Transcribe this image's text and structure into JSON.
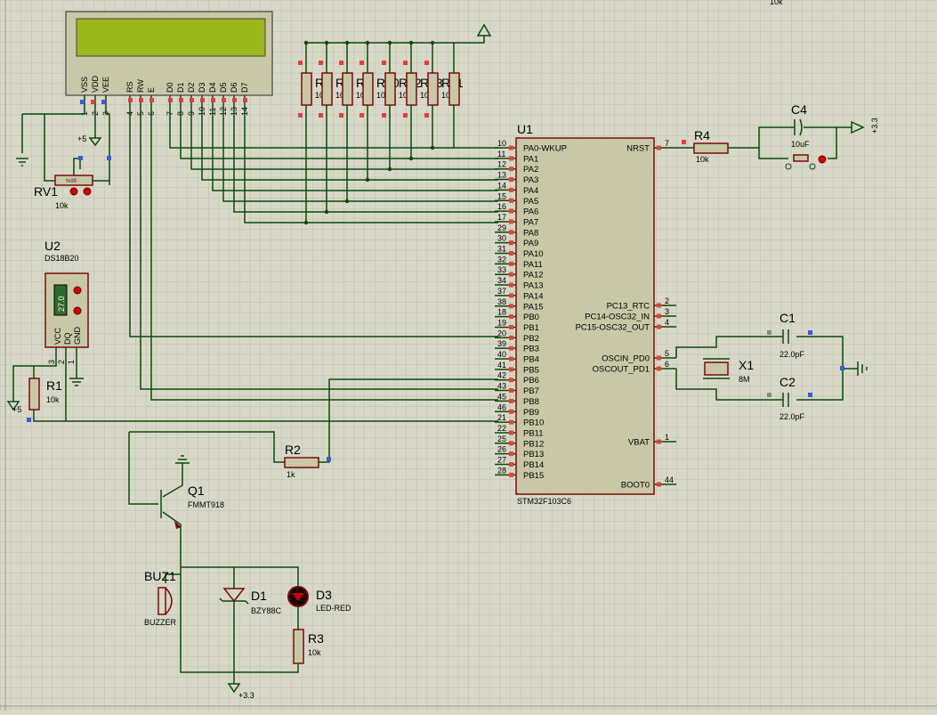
{
  "top_label": "10k",
  "lcd": {
    "pins": [
      {
        "name": "VSS",
        "num": "1"
      },
      {
        "name": "VDD",
        "num": "2"
      },
      {
        "name": "VEE",
        "num": "3"
      },
      {
        "name": "RS",
        "num": "4"
      },
      {
        "name": "RW",
        "num": "5"
      },
      {
        "name": "E",
        "num": "6"
      },
      {
        "name": "D0",
        "num": "7"
      },
      {
        "name": "D1",
        "num": "8"
      },
      {
        "name": "D2",
        "num": "9"
      },
      {
        "name": "D3",
        "num": "10"
      },
      {
        "name": "D4",
        "num": "11"
      },
      {
        "name": "D5",
        "num": "12"
      },
      {
        "name": "D6",
        "num": "13"
      },
      {
        "name": "D7",
        "num": "14"
      }
    ],
    "screen_color": "#9bb81a"
  },
  "pullups": [
    {
      "ref": "R8",
      "value": "10k"
    },
    {
      "ref": "R6",
      "value": "10k"
    },
    {
      "ref": "R9",
      "value": "10k"
    },
    {
      "ref": "R10",
      "value": "10k"
    },
    {
      "ref": "R12",
      "value": "10k"
    },
    {
      "ref": "R13",
      "value": "10k"
    },
    {
      "ref": "R11",
      "value": "10k"
    }
  ],
  "rv1": {
    "ref": "RV1",
    "value": "10k",
    "percent": "%99"
  },
  "supply_plus5": "+5",
  "u2": {
    "ref": "U2",
    "part": "DS18B20",
    "reading": "27.0",
    "pins": [
      "VCC",
      "DQ",
      "GND"
    ],
    "pin_nums": [
      "3",
      "2",
      "1"
    ]
  },
  "r1": {
    "ref": "R1",
    "value": "10k"
  },
  "u1": {
    "ref": "U1",
    "part": "STM32F103C6",
    "left_pins": [
      {
        "num": "10",
        "name": "PA0-WKUP"
      },
      {
        "num": "11",
        "name": "PA1"
      },
      {
        "num": "12",
        "name": "PA2"
      },
      {
        "num": "13",
        "name": "PA3"
      },
      {
        "num": "14",
        "name": "PA4"
      },
      {
        "num": "15",
        "name": "PA5"
      },
      {
        "num": "16",
        "name": "PA6"
      },
      {
        "num": "17",
        "name": "PA7"
      },
      {
        "num": "29",
        "name": "PA8"
      },
      {
        "num": "30",
        "name": "PA9"
      },
      {
        "num": "31",
        "name": "PA10"
      },
      {
        "num": "32",
        "name": "PA11"
      },
      {
        "num": "33",
        "name": "PA12"
      },
      {
        "num": "34",
        "name": "PA13"
      },
      {
        "num": "37",
        "name": "PA14"
      },
      {
        "num": "38",
        "name": "PA15"
      },
      {
        "num": "18",
        "name": "PB0"
      },
      {
        "num": "19",
        "name": "PB1"
      },
      {
        "num": "20",
        "name": "PB2"
      },
      {
        "num": "39",
        "name": "PB3"
      },
      {
        "num": "40",
        "name": "PB4"
      },
      {
        "num": "41",
        "name": "PB5"
      },
      {
        "num": "42",
        "name": "PB6"
      },
      {
        "num": "43",
        "name": "PB7"
      },
      {
        "num": "45",
        "name": "PB8"
      },
      {
        "num": "46",
        "name": "PB9"
      },
      {
        "num": "21",
        "name": "PB10"
      },
      {
        "num": "22",
        "name": "PB11"
      },
      {
        "num": "25",
        "name": "PB12"
      },
      {
        "num": "26",
        "name": "PB13"
      },
      {
        "num": "27",
        "name": "PB14"
      },
      {
        "num": "28",
        "name": "PB15"
      }
    ],
    "right_pins": [
      {
        "num": "7",
        "name": "NRST"
      },
      {
        "num": "2",
        "name": "PC13_RTC"
      },
      {
        "num": "3",
        "name": "PC14-OSC32_IN"
      },
      {
        "num": "4",
        "name": "PC15-OSC32_OUT"
      },
      {
        "num": "5",
        "name": "OSCIN_PD0"
      },
      {
        "num": "6",
        "name": "OSCOUT_PD1"
      },
      {
        "num": "1",
        "name": "VBAT"
      },
      {
        "num": "44",
        "name": "BOOT0"
      }
    ]
  },
  "r4": {
    "ref": "R4",
    "value": "10k"
  },
  "c4": {
    "ref": "C4",
    "value": "10uF"
  },
  "supply_33": "+3.3",
  "c1": {
    "ref": "C1",
    "value": "22.0pF"
  },
  "c2": {
    "ref": "C2",
    "value": "22.0pF"
  },
  "x1": {
    "ref": "X1",
    "value": "8M"
  },
  "r2": {
    "ref": "R2",
    "value": "1k"
  },
  "q1": {
    "ref": "Q1",
    "part": "FMMT918"
  },
  "buz1": {
    "ref": "BUZ1",
    "part": "BUZZER"
  },
  "d1": {
    "ref": "D1",
    "part": "BZY88C"
  },
  "d3": {
    "ref": "D3",
    "part": "LED-RED"
  },
  "r3": {
    "ref": "R3",
    "value": "10k"
  },
  "colors": {
    "background": "#d8d8c8",
    "grid": "#bcbcae",
    "wire": "#0a4a0a",
    "component": "#7a0a0a",
    "ic_fill": "#c8c8a8"
  }
}
